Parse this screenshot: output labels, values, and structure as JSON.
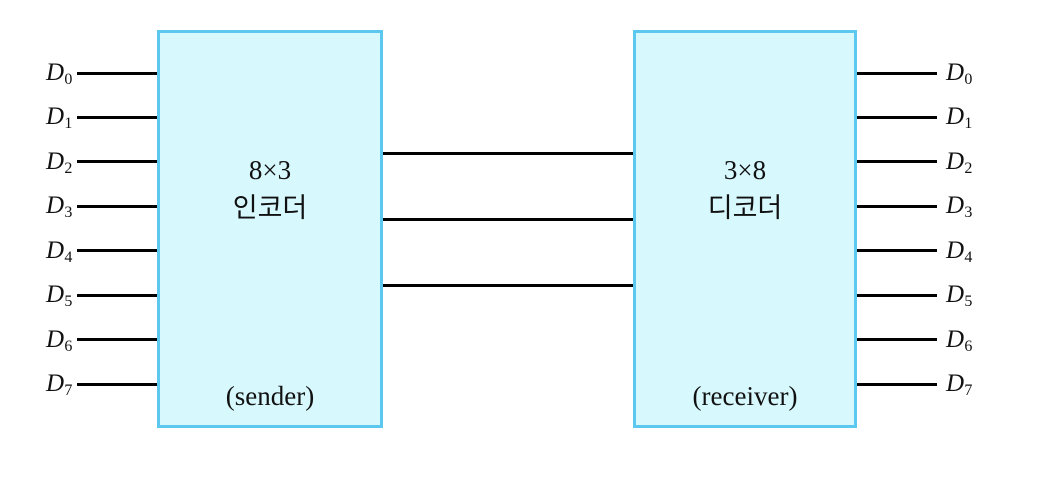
{
  "diagram": {
    "encoder": {
      "size_label": "8×3",
      "name_label": "인코더",
      "role_label": "(sender)"
    },
    "decoder": {
      "size_label": "3×8",
      "name_label": "디코더",
      "role_label": "(receiver)"
    },
    "inputs": [
      {
        "base": "D",
        "sub": "0"
      },
      {
        "base": "D",
        "sub": "1"
      },
      {
        "base": "D",
        "sub": "2"
      },
      {
        "base": "D",
        "sub": "3"
      },
      {
        "base": "D",
        "sub": "4"
      },
      {
        "base": "D",
        "sub": "5"
      },
      {
        "base": "D",
        "sub": "6"
      },
      {
        "base": "D",
        "sub": "7"
      }
    ],
    "outputs": [
      {
        "base": "D",
        "sub": "0"
      },
      {
        "base": "D",
        "sub": "1"
      },
      {
        "base": "D",
        "sub": "2"
      },
      {
        "base": "D",
        "sub": "3"
      },
      {
        "base": "D",
        "sub": "4"
      },
      {
        "base": "D",
        "sub": "5"
      },
      {
        "base": "D",
        "sub": "6"
      },
      {
        "base": "D",
        "sub": "7"
      }
    ],
    "bus_line_count": 3,
    "colors": {
      "box_fill": "#d7f8fd",
      "box_border": "#5cc8f0",
      "wire": "#000000"
    }
  }
}
